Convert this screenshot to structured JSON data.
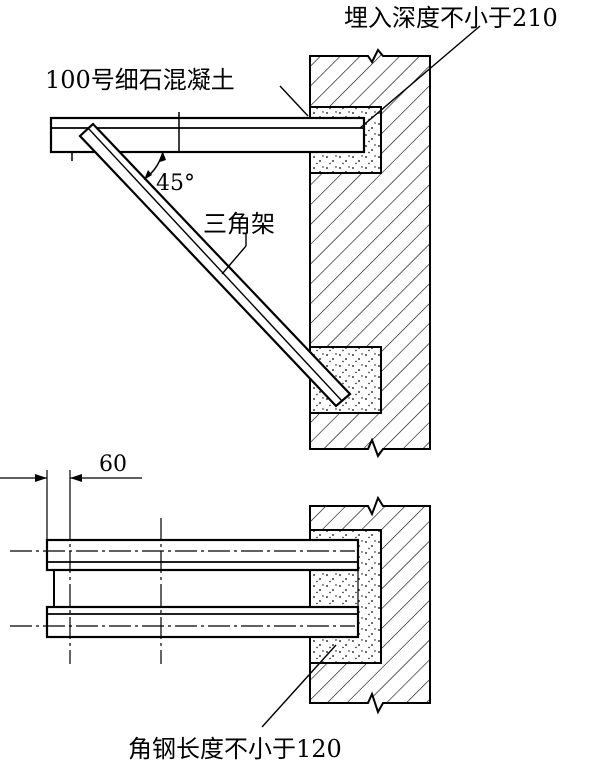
{
  "labels": {
    "embed_depth": "埋入深度不小于210",
    "concrete": "100号细石混凝土",
    "angle": "45°",
    "bracket": "三角架",
    "dim": "60",
    "steel_length": "角钢长度不小于120"
  },
  "colors": {
    "line": "#000000",
    "background": "#ffffff"
  }
}
